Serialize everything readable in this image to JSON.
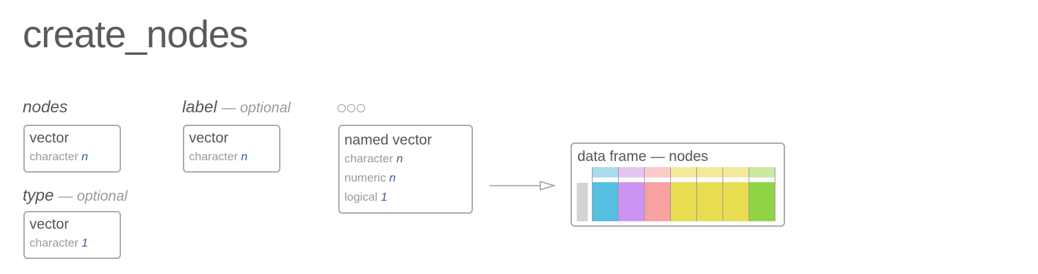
{
  "title": "create_nodes",
  "args": {
    "nodes": {
      "name": "nodes",
      "optional": "",
      "head": "vector",
      "rows": [
        {
          "type": "character",
          "count": "n"
        }
      ]
    },
    "type": {
      "name": "type",
      "optional": "— optional",
      "head": "vector",
      "rows": [
        {
          "type": "character",
          "count": "1"
        }
      ]
    },
    "label": {
      "name": "label",
      "optional": "— optional",
      "head": "vector",
      "rows": [
        {
          "type": "character",
          "count": "n"
        }
      ]
    },
    "dots": {
      "head": "named vector",
      "rows": [
        {
          "type": "character",
          "count": "n"
        },
        {
          "type": "numeric",
          "count": "n"
        },
        {
          "type": "logical",
          "count": "1"
        }
      ]
    }
  },
  "output": {
    "head": "data frame — nodes",
    "columns": [
      {
        "header": "#a8dde9",
        "fill": "#55c0e0"
      },
      {
        "header": "#e4c5f4",
        "fill": "#cc93f2"
      },
      {
        "header": "#fdcaca",
        "fill": "#f9a0a0"
      },
      {
        "header": "#f2ea9a",
        "fill": "#e8dd50"
      },
      {
        "header": "#f2ea9a",
        "fill": "#e8dd50"
      },
      {
        "header": "#f2ea9a",
        "fill": "#e8dd50"
      },
      {
        "header": "#c9e9a0",
        "fill": "#8fd444"
      }
    ]
  },
  "icons": {
    "dots": "ellipsis-args-icon",
    "arrow": "arrow-right-icon"
  }
}
